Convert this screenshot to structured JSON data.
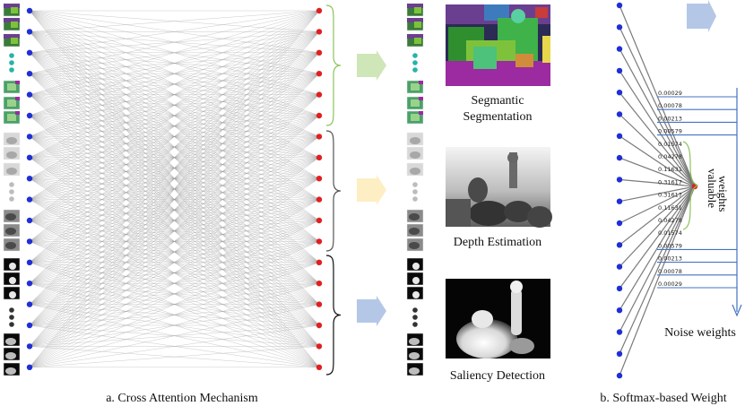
{
  "captions": {
    "left": "a. Cross Attention Mechanism",
    "right": "b. Softmax-based Weight"
  },
  "tasks": [
    {
      "label_lines": [
        "Segmantic",
        "Segmentation"
      ],
      "arrow_color": "#cfe6b8",
      "brace_color": "#8cc45a"
    },
    {
      "label_lines": [
        "Depth Estimation"
      ],
      "arrow_color": "#fdeec4",
      "brace_color": "#555555"
    },
    {
      "label_lines": [
        "Saliency Detection"
      ],
      "arrow_color": "#b4c7e7",
      "brace_color": "#111111"
    }
  ],
  "weights": {
    "values": [
      "0.00029",
      "0.00078",
      "0.00213",
      "0.00579",
      "0.01574",
      "0.04278",
      "0.11631",
      "0.31617",
      "0.31617",
      "0.11631",
      "0.04278",
      "0.01574",
      "0.00579",
      "0.00213",
      "0.00078",
      "0.00029"
    ],
    "valuable_label_lines": [
      "valuable",
      "weights"
    ],
    "noise_label": "Noise weights"
  },
  "colors": {
    "node_blue": "#1f2fd6",
    "node_red": "#e02020",
    "edge": "#9a9a9a",
    "noise_line": "#4472c4",
    "brace_green": "#8cc45a"
  }
}
